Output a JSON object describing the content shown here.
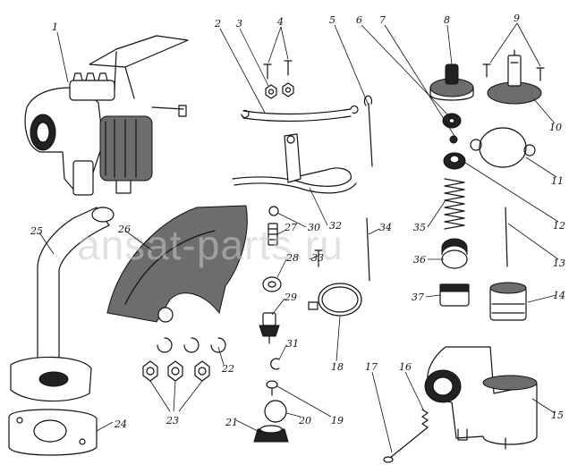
{
  "watermark": "ansat-parts.ru",
  "labels": [
    "1",
    "2",
    "3",
    "4",
    "5",
    "6",
    "7",
    "8",
    "9",
    "10",
    "11",
    "12",
    "13",
    "14",
    "15",
    "16",
    "17",
    "18",
    "19",
    "20",
    "21",
    "22",
    "23",
    "24",
    "25",
    "26",
    "27",
    "28",
    "29",
    "30",
    "31",
    "32",
    "33",
    "34",
    "35",
    "36",
    "37"
  ]
}
